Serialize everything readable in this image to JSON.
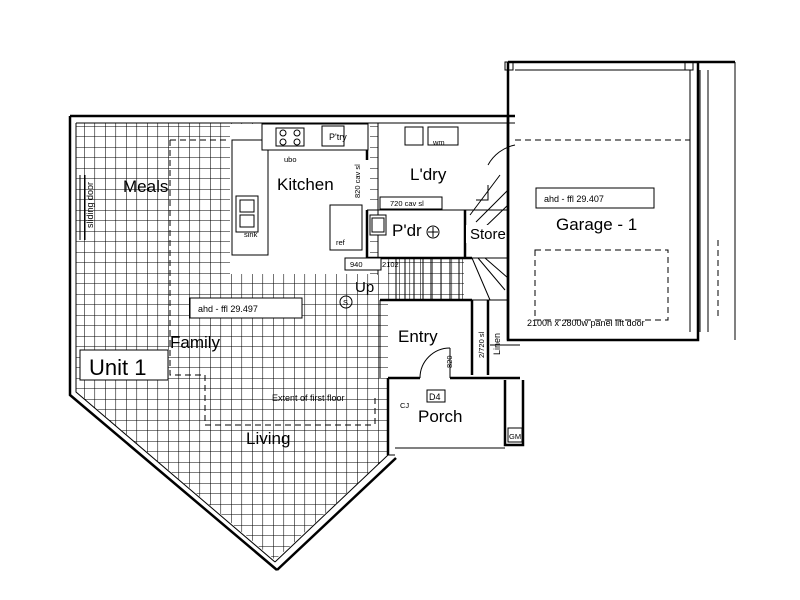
{
  "plan": {
    "unit_label": "Unit 1",
    "rooms": {
      "meals": "Meals",
      "kitchen": "Kitchen",
      "laundry": "L'dry",
      "powder": "P'dr",
      "store": "Store",
      "garage": "Garage - 1",
      "family": "Family",
      "living": "Living",
      "entry": "Entry",
      "porch": "Porch",
      "linen": "Linen"
    },
    "levels": {
      "ground_floor": "ahd - ffl 29.497",
      "garage": "ahd - ffl 29.407"
    },
    "annotations": {
      "sliding_door": "sliding door",
      "pantry": "P'try",
      "oven": "ubo",
      "cavity_slider_kitchen": "820 cav sl",
      "cavity_slider_laundry": "720 cav sl",
      "sink": "sink",
      "fridge": "ref",
      "stair_dims": "940",
      "stair_dims_2": "2102",
      "up": "Up",
      "smoke_alarm": "S",
      "washing_machine": "wm",
      "entry_door": "820",
      "linen_door": "2/720 sl",
      "door_tag": "D4",
      "garage_door": "2100h x 2800w panel lift door",
      "first_floor_extent": "Extent of first floor",
      "gas_meter": "GM",
      "cj": "CJ"
    }
  }
}
